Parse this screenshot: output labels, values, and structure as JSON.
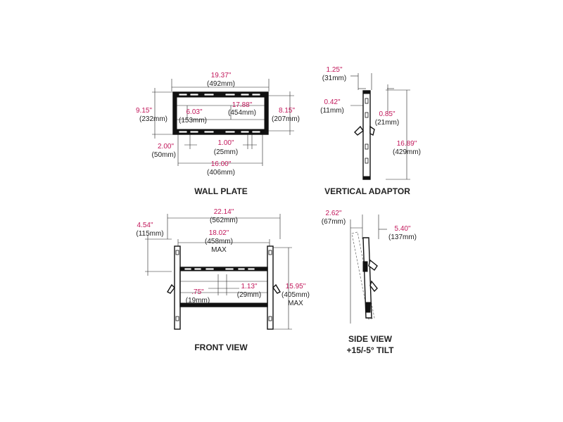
{
  "colors": {
    "inch": "#c2185b",
    "metric": "#222222",
    "line": "#111111"
  },
  "views": {
    "wall_plate": {
      "title": "WALL PLATE",
      "overall_width": {
        "inch": "19.37\"",
        "mm": "(492mm)"
      },
      "height": {
        "inch": "9.15\"",
        "mm": "(232mm)"
      },
      "center_slot": {
        "inch": "6.03\"",
        "mm": "(153mm)"
      },
      "inner_width": {
        "inch": "17.88\"",
        "mm": "(454mm)"
      },
      "right_height": {
        "inch": "8.15\"",
        "mm": "(207mm)"
      },
      "left_offset": {
        "inch": "2.00\"",
        "mm": "(50mm)"
      },
      "slot_gap": {
        "inch": "1.00\"",
        "mm": "(25mm)"
      },
      "stud_span": {
        "inch": "16.00\"",
        "mm": "(406mm)"
      }
    },
    "vertical_adaptor": {
      "title": "VERTICAL ADAPTOR",
      "depth": {
        "inch": "1.25\"",
        "mm": "(31mm)"
      },
      "flange": {
        "inch": "0.42\"",
        "mm": "(11mm)"
      },
      "offset": {
        "inch": "0.85\"",
        "mm": "(21mm)"
      },
      "length": {
        "inch": "16.89\"",
        "mm": "(429mm)"
      }
    },
    "front_view": {
      "title": "FRONT VIEW",
      "overall_width": {
        "inch": "22.14\"",
        "mm": "(562mm)"
      },
      "max_width": {
        "inch": "18.02\"",
        "mm": "(458mm)",
        "note": "MAX"
      },
      "top_offset": {
        "inch": "4.54\"",
        "mm": "(115mm)"
      },
      "center_left": {
        "inch": ".75\"",
        "mm": "(19mm)"
      },
      "center_right": {
        "inch": "1.13\"",
        "mm": "(29mm)"
      },
      "max_height": {
        "inch": "15.95\"",
        "mm": "(405mm)",
        "note": "MAX"
      }
    },
    "side_view": {
      "title_line1": "SIDE VIEW",
      "title_line2": "+15/-5° TILT",
      "wall_gap": {
        "inch": "2.62\"",
        "mm": "(67mm)"
      },
      "max_depth": {
        "inch": "5.40\"",
        "mm": "(137mm)"
      }
    }
  }
}
